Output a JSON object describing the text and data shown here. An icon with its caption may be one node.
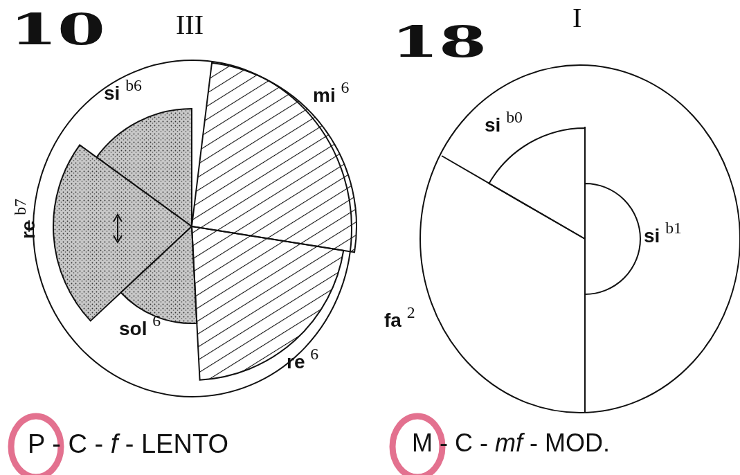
{
  "diagram": {
    "labels": [
      "10",
      "III",
      "si $^{b6}$",
      "mi $^{6}$",
      "re $^{b7}$",
      "sol $^{6}$",
      "re $^{6}$",
      "P - C - *f* - LENTO",
      "18",
      "I",
      "si $^{b0}$",
      "si $^{b1}$",
      "fa $^{2}$",
      "M - C - *mf* - MOD."
    ]
  }
}
